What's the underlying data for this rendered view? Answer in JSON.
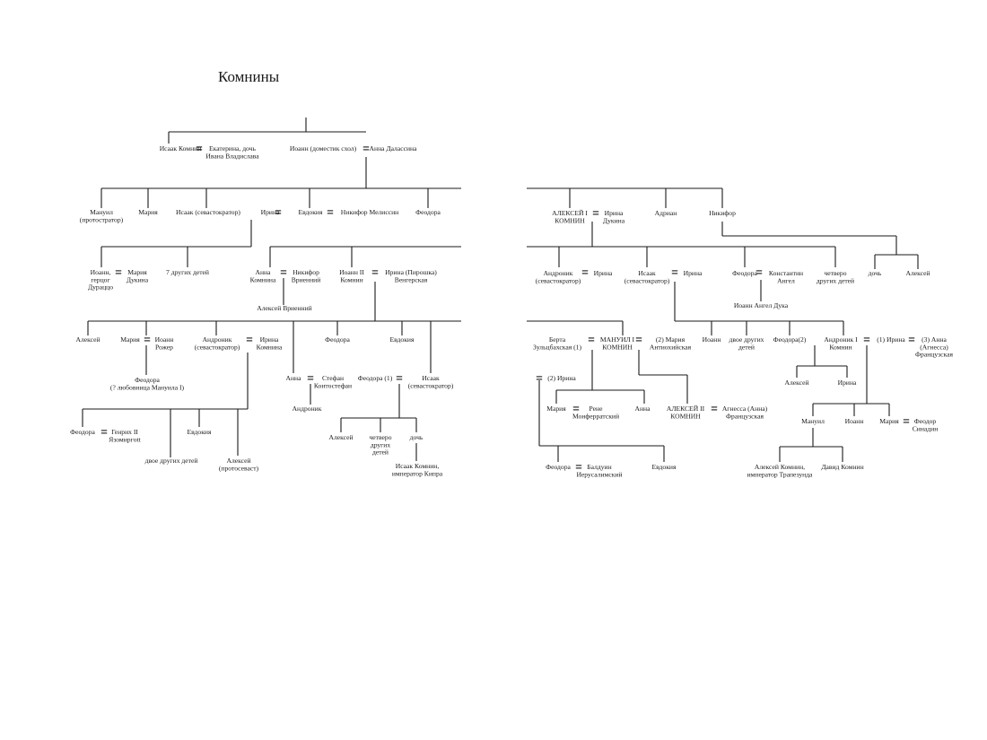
{
  "title": "Комнины",
  "people": {
    "isaak": [
      "Исаак Комнин"
    ],
    "ekaterina": [
      "Екатерина, дочь",
      "Ивана Владислава"
    ],
    "ioann_dom": [
      "Иоанн (доместик схол)"
    ],
    "anna_dal": [
      "Анна Далассина"
    ],
    "manuil_prot": [
      "Мануил",
      "(протостратор)"
    ],
    "mariya1": [
      "Мария"
    ],
    "isaak_seb": [
      "Исаак (севастократор)"
    ],
    "irina1": [
      "Ирина"
    ],
    "evdokiya1": [
      "Евдокия"
    ],
    "nikifor_mel": [
      "Никифор Мелиссин"
    ],
    "feodora1": [
      "Феодора"
    ],
    "aleksey1": [
      "АЛЕКСЕЙ I",
      "КОМНИН"
    ],
    "irina_duk": [
      "Ирина",
      "Дукина"
    ],
    "adrian": [
      "Адриан"
    ],
    "nikifor": [
      "Никифор"
    ],
    "ioann_dur": [
      "Иоанн,",
      "герцог",
      "Дураццо"
    ],
    "mariya_duk": [
      "Мария",
      "Дукина"
    ],
    "seven": [
      "7 других детей"
    ],
    "anna_komn": [
      "Анна",
      "Комнина"
    ],
    "nikifor_vr": [
      "Никифор",
      "Вриенний"
    ],
    "ioann2": [
      "Иоанн II",
      "Комнин"
    ],
    "irina_pir": [
      "Ирина (Пирошка)",
      "Венгерская"
    ],
    "andronik_seb": [
      "Андроник",
      "(севастократор)"
    ],
    "irina2": [
      "Ирина"
    ],
    "isaak_seb2": [
      "Исаак",
      "(севастократор)"
    ],
    "irina3": [
      "Ирина"
    ],
    "feodora2": [
      "Феодора"
    ],
    "konst_angel": [
      "Константин",
      "Ангел"
    ],
    "four_children": [
      "четверо",
      "других детей"
    ],
    "doch1": [
      "дочь"
    ],
    "aleksey2": [
      "Алексей"
    ],
    "aleksey_vr": [
      "Алексей Вриенний"
    ],
    "ioann_angel": [
      "Иоанн Ангел Дука"
    ],
    "aleksey3": [
      "Алексей"
    ],
    "mariya3": [
      "Мария"
    ],
    "ioann_rog": [
      "Иоанн",
      "Рожер"
    ],
    "andronik2": [
      "Андроник",
      "(севастократор)"
    ],
    "irina_komn": [
      "Ирина",
      "Комнина"
    ],
    "feodora3": [
      "Феодора"
    ],
    "evdokiya2": [
      "Евдокия"
    ],
    "feodora_lub": [
      "Феодора",
      "(? любовница Мануила I)"
    ],
    "anna2": [
      "Анна"
    ],
    "stefan": [
      "Стефан",
      "Контостефан"
    ],
    "feodora4": [
      "Феодора (1)"
    ],
    "isaak_seb3": [
      "Исаак",
      "(севастократор)"
    ],
    "andronik3": [
      "Андроник"
    ],
    "feodora5": [
      "Феодора"
    ],
    "genrih": [
      "Генрих II",
      "Язомиргott"
    ],
    "evdokiya3": [
      "Евдокия"
    ],
    "dvoe1": [
      "двое других детей"
    ],
    "aleksey_prot": [
      "Алексей",
      "(протосеваст)"
    ],
    "aleksey4": [
      "Алексей"
    ],
    "four2": [
      "четверо",
      "других",
      "детей"
    ],
    "doch2": [
      "дочь"
    ],
    "isaak_kipr": [
      "Исаак Комнин,",
      "император Кипра"
    ],
    "berta": [
      "Берта",
      "Зульцбахская (1)"
    ],
    "manuil1": [
      "МАНУИЛ I",
      "КОМНИН"
    ],
    "mariya_ant": [
      "(2) Мария",
      "Антиохийская"
    ],
    "ioann4": [
      "Иоанн"
    ],
    "dvoe2": [
      "двое других",
      "детей"
    ],
    "feodora6": [
      "Феодора(2)"
    ],
    "andronik1": [
      "Андроник I",
      "Комнин"
    ],
    "irina4": [
      "(1) Ирина"
    ],
    "anna_agn": [
      "(3) Анна",
      "(Агнесса)",
      "Французская"
    ],
    "irina_2": [
      "(2) Ирина"
    ],
    "aleksey5": [
      "Алексей"
    ],
    "irina5": [
      "Ирина"
    ],
    "mariya4": [
      "Мария"
    ],
    "rene": [
      "Рене",
      "Монферратский"
    ],
    "anna3": [
      "Анна"
    ],
    "aleksey2k": [
      "АЛЕКСЕЙ II",
      "КОМНИН"
    ],
    "agnessa": [
      "Агнесса (Анна)",
      "Французская"
    ],
    "manuil2": [
      "Мануил"
    ],
    "ioann5": [
      "Иоанн"
    ],
    "mariya5": [
      "Мария"
    ],
    "feodor_sin": [
      "Феодор",
      "Синадин"
    ],
    "feodora7": [
      "Феодора"
    ],
    "balduin": [
      "Балдуин",
      "Иерусалимский"
    ],
    "evdokiya4": [
      "Евдокия"
    ],
    "aleksey_trap": [
      "Алексей Комнин,",
      "император Трапезунда"
    ],
    "david": [
      "Давид Комнин"
    ]
  }
}
